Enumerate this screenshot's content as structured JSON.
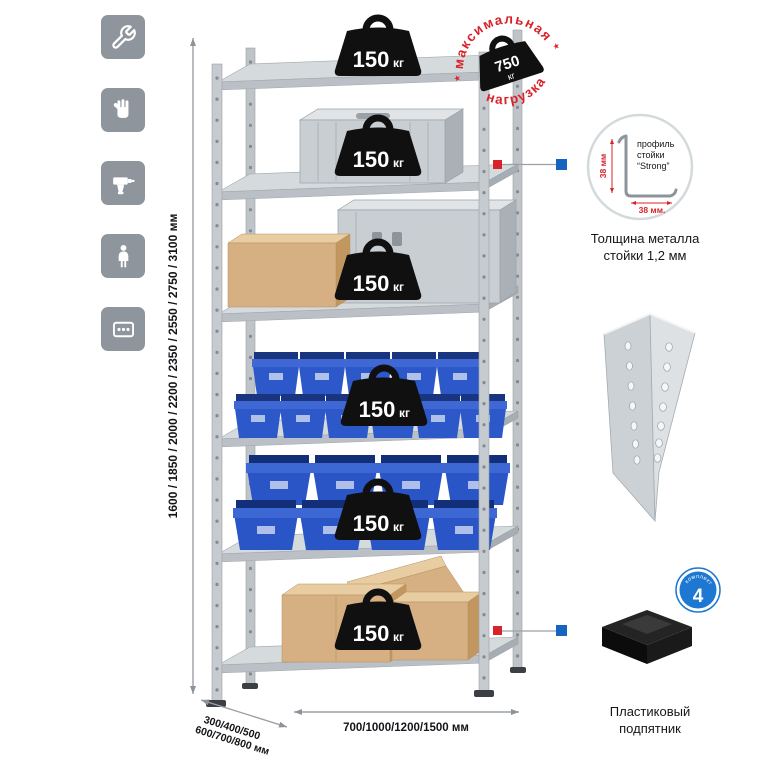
{
  "sidebar": {
    "icons": [
      {
        "name": "wrench-icon"
      },
      {
        "name": "gloves-icon"
      },
      {
        "name": "drill-icon"
      },
      {
        "name": "person-icon"
      },
      {
        "name": "perforated-profile-icon"
      }
    ]
  },
  "dimensions": {
    "height": "1600 / 1850 / 2000 / 2200 / 2350 / 2550 / 2750 / 3100 мм",
    "depth_line1": "300/400/500",
    "depth_line2": "600/700/800 мм",
    "width": "700/1000/1200/1500 мм"
  },
  "shelves": {
    "loads": [
      {
        "value": "150",
        "unit": "кг"
      },
      {
        "value": "150",
        "unit": "кг"
      },
      {
        "value": "150",
        "unit": "кг"
      },
      {
        "value": "150",
        "unit": "кг"
      },
      {
        "value": "150",
        "unit": "кг"
      },
      {
        "value": "150",
        "unit": "кг"
      }
    ]
  },
  "stamp": {
    "arc_top": "максимальная",
    "arc_bottom": "нагрузка",
    "star": "★",
    "value": "750",
    "unit": "кг"
  },
  "profile": {
    "label_line1": "профиль",
    "label_line2": "стойки",
    "label_line3": "“Strong”",
    "dim_v": "38 мм",
    "dim_h": "38 мм.",
    "caption_line1": "Толщина металла",
    "caption_line2": "стойки 1,2 мм"
  },
  "foot": {
    "badge_value": "4",
    "badge_text": "в комплекте",
    "caption_line1": "Пластиковый",
    "caption_line2": "подпятник"
  },
  "colors": {
    "accent_red": "#d8232a",
    "detail_blue": "#1e78d2",
    "bin_blue": "#2d58ca",
    "metal_gray": "#c9ced3",
    "weight_black": "#101010"
  }
}
